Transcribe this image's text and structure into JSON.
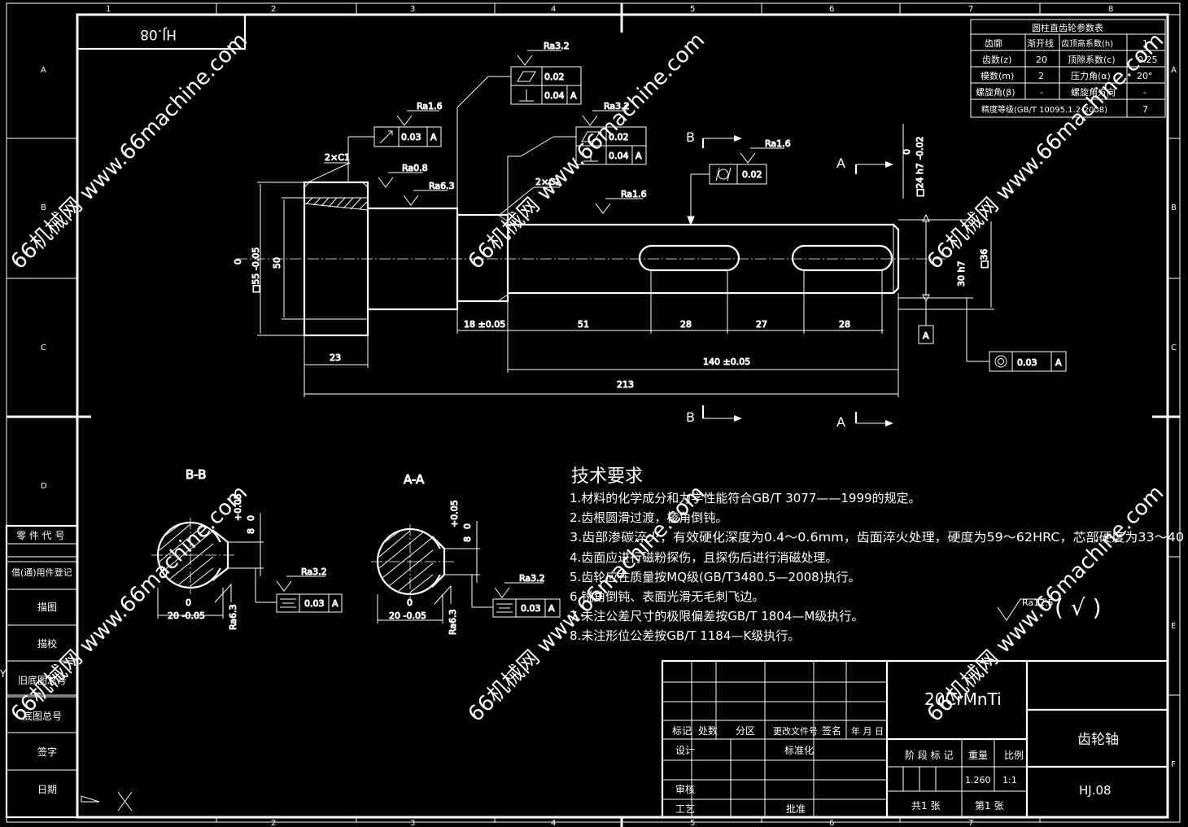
{
  "zone_cols": [
    "1",
    "2",
    "3",
    "4",
    "5",
    "6",
    "7",
    "8"
  ],
  "zone_rows": [
    "A",
    "B",
    "C",
    "D",
    "E",
    "F"
  ],
  "drawing_no_mirrored": "HJ.08",
  "gear_table": {
    "title": "圆柱直齿轮参数表",
    "rows": [
      [
        "齿廓",
        "渐开线",
        "齿顶高系数(h)",
        "1"
      ],
      [
        "齿数(z)",
        "20",
        "顶隙系数(c)",
        "0.25"
      ],
      [
        "模数(m)",
        "2",
        "压力角(α)",
        "20°"
      ],
      [
        "螺旋角(β)",
        "-",
        "螺旋角方向",
        "-"
      ]
    ],
    "accuracy_label": "精度等级(GB/T 10095.1.2-2008)",
    "accuracy_value": "7"
  },
  "main_view": {
    "chamfer_left": "2×C1",
    "chamfer_right": "2×C1",
    "d_gear_upper": "0",
    "d_gear_lower": "□55 -0.05",
    "d_root": "50",
    "len_gear": "23",
    "len_collar": "18 ±0.05",
    "len_key1_offset": "51",
    "len_key1": "28",
    "len_key_gap": "27",
    "len_key2": "28",
    "len_shaft": "140 ±0.05",
    "len_total": "213",
    "d_right_tol": "0",
    "d_right_tol2": "-0.02",
    "d_right": "□24 h7",
    "d_30": "30 h7",
    "d_36": "□36",
    "datum_a": "A",
    "section_b": "B",
    "section_a": "A"
  },
  "gdt": {
    "ra_top": "Ra3.2",
    "flat_val": "0.02",
    "perp_val": "0.04",
    "perp_ref": "A",
    "ra_left": "Ra1.6",
    "runout_val": "0.03",
    "runout_ref": "A",
    "ra_mid": "Ra3.2",
    "flat2_val": "0.02",
    "perp2_val": "0.04",
    "perp2_ref": "A",
    "ra_gear": "Ra0.8",
    "ra_neck": "Ra6.3",
    "ra_shaft": "Ra1.6",
    "ra_cyl": "Ra1.6",
    "cyl_val": "0.02",
    "conc_val": "0.03",
    "conc_ref": "A"
  },
  "sections": {
    "bb_title": "B-B",
    "aa_title": "A-A",
    "bb_w_tol": "0",
    "bb_w": "20 -0.05",
    "bb_d_tol": "+0.05",
    "bb_d_tol2": "0",
    "bb_d": "8",
    "bb_ra": "Ra3.2",
    "bb_sym_val": "0.03",
    "bb_sym_ref": "A",
    "bb_ra_side": "Ra6.3",
    "aa_w_tol": "0",
    "aa_w": "20 -0.05",
    "aa_d_tol": "+0.05",
    "aa_d_tol2": "0",
    "aa_d": "8",
    "aa_ra": "Ra3.2",
    "aa_sym_val": "0.03",
    "aa_sym_ref": "A",
    "aa_ra_side": "Ra6.3"
  },
  "tech": {
    "title": "技术要求",
    "lines": [
      "1.材料的化学成分和力学性能符合GB/T 3077——1999的规定。",
      "2.齿根圆滑过渡，棱角倒钝。",
      "3.齿部渗碳淬火，有效硬化深度为0.4～0.6mm，齿面淬火处理，硬度为59～62HRC，芯部硬度为33～40",
      "4.齿面应进行磁粉探伤，且探伤后进行消磁处理。",
      "5.齿轮应在质量按MQ级(GB/T3480.5—2008)执行。",
      "6.锐角倒钝、表面光滑无毛刺飞边。",
      "7.未注公差尺寸的极限偏差按GB/T 1804—M级执行。",
      "8.未注形位公差按GB/T 1184—K级执行。"
    ],
    "ra_general": "Ra12.5",
    "paren_check": "( √ )"
  },
  "side_table": [
    "零 件 代 号",
    "借(通)用件登记",
    "描图",
    "描校",
    "旧底图总号",
    "底图总号",
    "签字",
    "日期"
  ],
  "title_block": {
    "material": "20CrMnTi",
    "part_name": "齿轮轴",
    "drawing_no": "HJ.08",
    "h_mark": "标记",
    "h_count": "处数",
    "h_zone": "分区",
    "h_doc": "更改文件号",
    "h_sign": "签名",
    "h_date": "年 月 日",
    "design": "设计",
    "standard": "标准化",
    "review": "审核",
    "process": "工艺",
    "approve": "批准",
    "stage": "阶 段 标 记",
    "weight": "重量",
    "scale": "比例",
    "weight_val": "1.260",
    "scale_val": "1:1",
    "sheets_total": "共1 张",
    "sheet_no": "第1 张"
  },
  "watermark": "66机械网 www.66machine.com"
}
